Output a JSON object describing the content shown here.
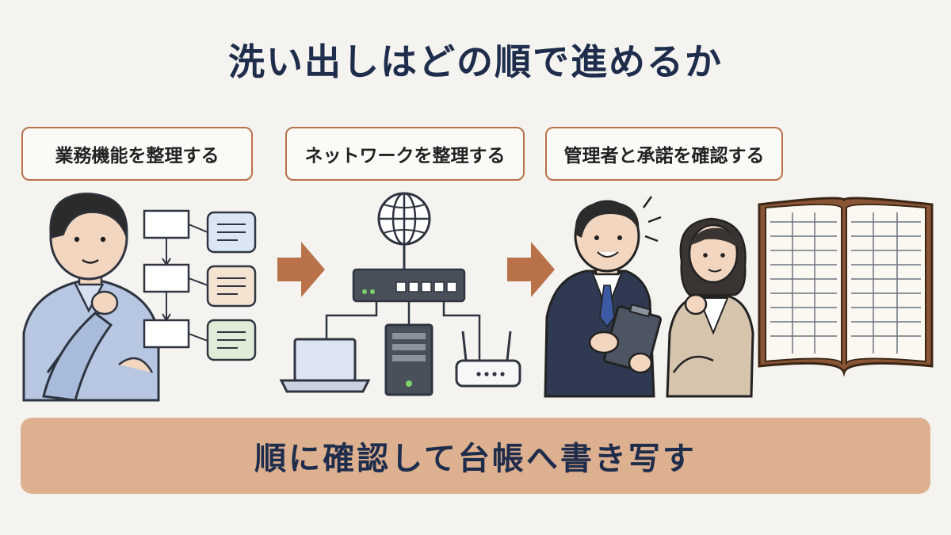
{
  "title": "洗い出しはどの順で進めるか",
  "steps": [
    {
      "label": "業務機能を整理する"
    },
    {
      "label": "ネットワークを整理する"
    },
    {
      "label": "管理者と承諾を確認する"
    }
  ],
  "summary": "順に確認して台帳へ書き写す",
  "colors": {
    "accent": "#b9714a",
    "title": "#1f2d4d",
    "banner": "#ddb08f",
    "background": "#f4f3ef"
  }
}
